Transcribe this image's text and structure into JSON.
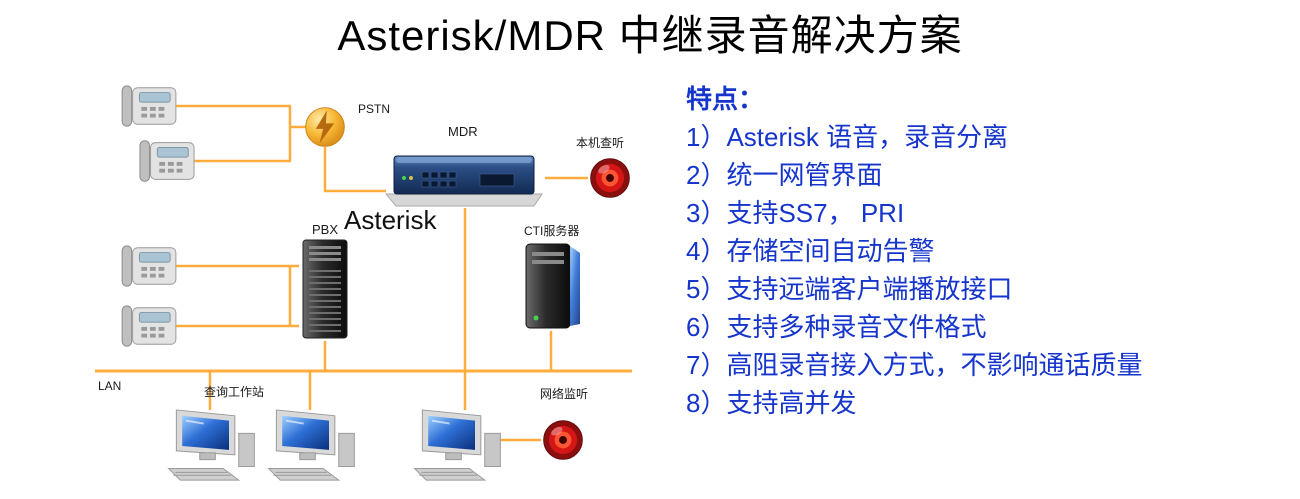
{
  "title": "Asterisk/MDR 中继录音解决方案",
  "colors": {
    "wire": "#ffac3e",
    "feature_text": "#1535cc",
    "title_text": "#000000",
    "label_text": "#1a1a1a"
  },
  "diagram": {
    "pstn_label": "PSTN",
    "mdr_label": "MDR",
    "asterisk_label": "Asterisk",
    "pbx_label": "PBX",
    "cti_label": "CTI服务器",
    "local_monitor_label": "本机查听",
    "lan_label": "LAN",
    "workstation_label": "查询工作站",
    "network_monitor_label": "网络监听"
  },
  "features": {
    "heading": "特点：",
    "items": [
      "1）Asterisk 语音，录音分离",
      "2）统一网管界面",
      "3）支持SS7， PRI",
      "4）存储空间自动告警",
      "5）支持远端客户端播放接口",
      "6）支持多种录音文件格式",
      "7）高阻录音接入方式，不影响通话质量",
      "8）支持高并发"
    ]
  }
}
